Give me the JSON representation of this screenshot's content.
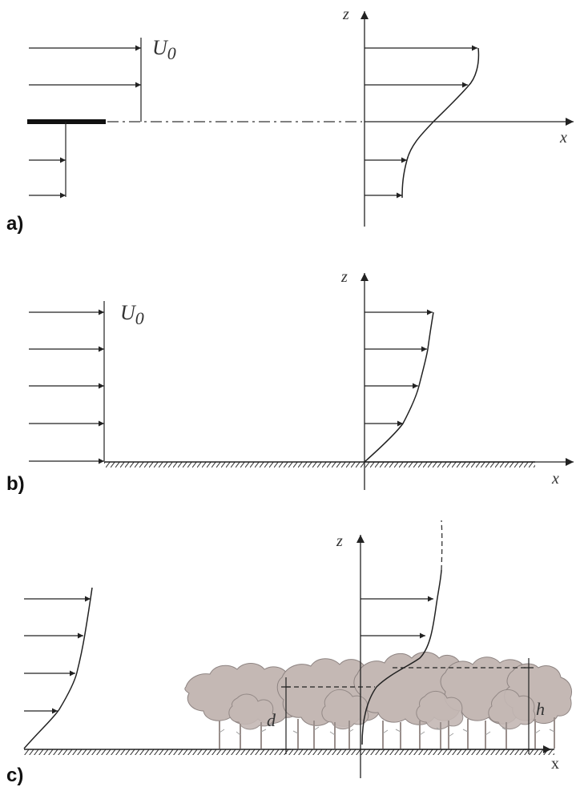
{
  "panels": {
    "a": {
      "label": "a)",
      "free_stream": "U",
      "free_stream_sub": "0",
      "z_label": "z",
      "x_label": "x"
    },
    "b": {
      "label": "b)",
      "free_stream": "U",
      "free_stream_sub": "0",
      "z_label": "z",
      "x_label": "x"
    },
    "c": {
      "label": "c)",
      "z_label": "z",
      "x_label": "x",
      "displacement_label": "d",
      "canopy_height_label": "h"
    }
  }
}
